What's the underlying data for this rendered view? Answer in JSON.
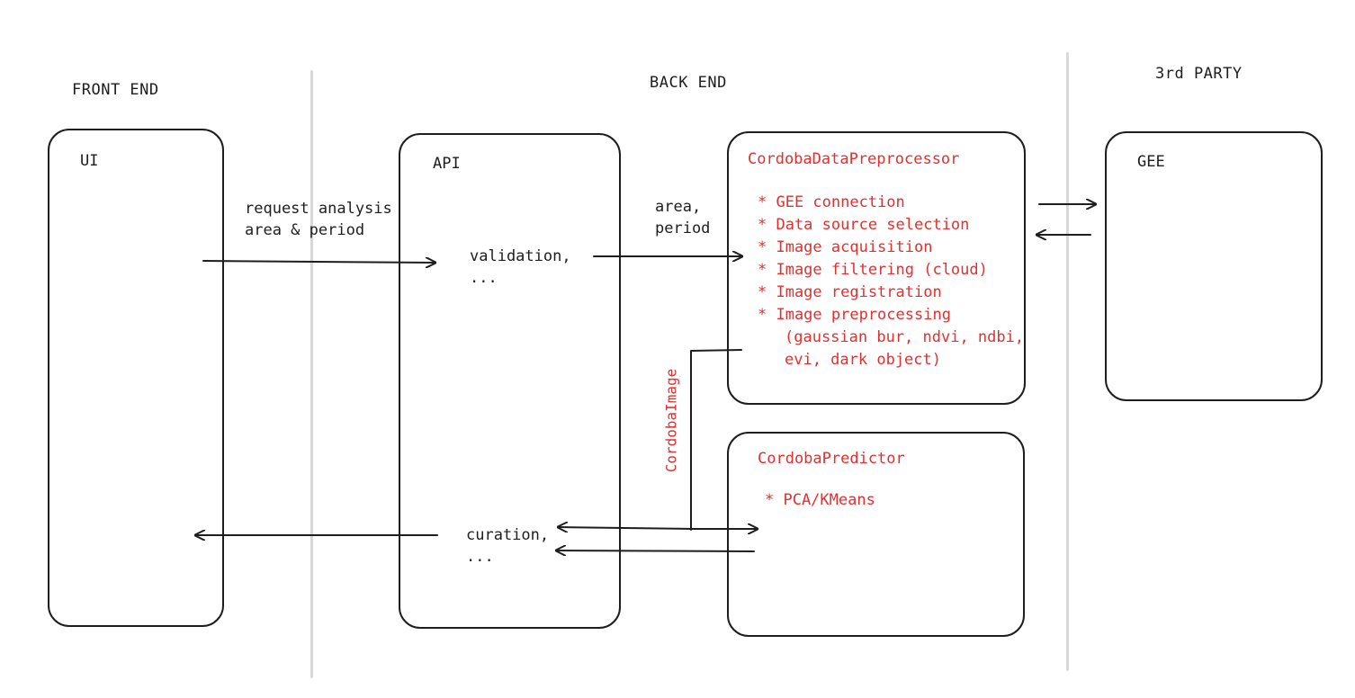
{
  "sections": {
    "front_end": "FRONT END",
    "back_end": "BACK END",
    "third_party": "3rd PARTY"
  },
  "boxes": {
    "ui": {
      "title": "UI"
    },
    "api": {
      "title": "API"
    },
    "preprocessor": {
      "title": "CordobaDataPreprocessor",
      "items": [
        "* GEE connection",
        "* Data source selection",
        "* Image acquisition",
        "* Image filtering (cloud)",
        "* Image registration",
        "* Image preprocessing"
      ],
      "continuation": [
        "(gaussian bur, ndvi, ndbi,",
        "evi, dark object)"
      ]
    },
    "predictor": {
      "title": "CordobaPredictor",
      "items": [
        "* PCA/KMeans"
      ]
    },
    "gee": {
      "title": "GEE"
    }
  },
  "labels": {
    "request_line1": "request analysis",
    "request_line2": "area & period",
    "area_line1": "area,",
    "area_line2": "period",
    "validation_line1": "validation,",
    "validation_line2": "...",
    "curation_line1": "curation,",
    "curation_line2": "...",
    "cordoba_image": "CordobaImage"
  },
  "colors": {
    "stroke": "#1e1e1e",
    "accent_red": "#e03131",
    "divider": "#d9d9d9"
  }
}
